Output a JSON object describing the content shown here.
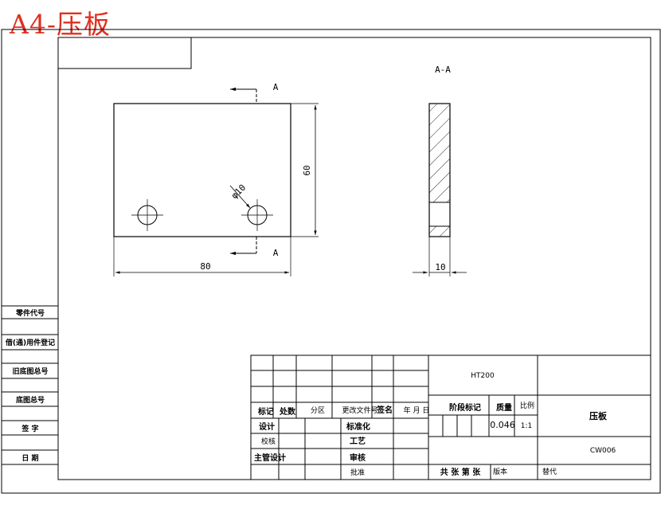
{
  "header": {
    "title": "A4-压板"
  },
  "drawing": {
    "section_label": "A-A",
    "cut_mark_top": "A",
    "cut_mark_bottom": "A",
    "dim_width": "80",
    "dim_height": "60",
    "dim_hole": "φ10",
    "dim_thickness": "10"
  },
  "side_labels": [
    "零件代号",
    "借(通)用件登记",
    "旧底图总号",
    "底图总号",
    "签  字",
    "日  期"
  ],
  "title_block": {
    "material": "HT200",
    "part_name": "压板",
    "drawing_no": "CW006",
    "col_headers": [
      "标记",
      "处数",
      "分区",
      "更改文件号",
      "签名",
      "年 月 日"
    ],
    "design": "设计",
    "standardize": "标准化",
    "check": "校核",
    "process": "工艺",
    "chief": "主管设计",
    "review": "审核",
    "approve": "批准",
    "stage_mark": "阶段标记",
    "weight": "质量",
    "ratio_label": "比例",
    "weight_value": "0.046",
    "ratio_value": "1:1",
    "sheets": "共 张  第 张",
    "version": "版本",
    "replace": "替代"
  }
}
